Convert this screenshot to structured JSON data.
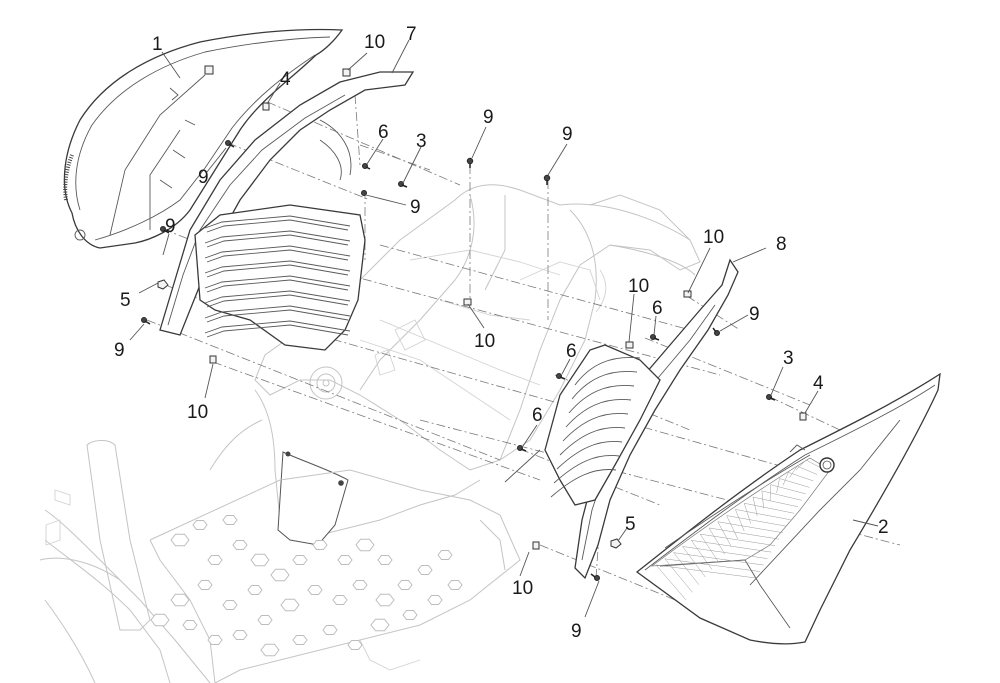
{
  "diagram": {
    "title": "Exploded parts view - central cover / side panels",
    "colors": {
      "line": "#3a3a3a",
      "ghost": "#c4c4c4",
      "label": "#1a1a1a",
      "background": "#ffffff"
    },
    "parts": [
      {
        "ref": "1",
        "name": "left-side-panel"
      },
      {
        "ref": "2",
        "name": "right-side-panel"
      },
      {
        "ref": "3",
        "name": "screw"
      },
      {
        "ref": "4",
        "name": "clip"
      },
      {
        "ref": "5",
        "name": "spring-nut"
      },
      {
        "ref": "6",
        "name": "screw"
      },
      {
        "ref": "7",
        "name": "left-inner-grille"
      },
      {
        "ref": "8",
        "name": "right-inner-grille"
      },
      {
        "ref": "9",
        "name": "screw"
      },
      {
        "ref": "10",
        "name": "clip-nut"
      }
    ],
    "callouts": [
      {
        "id": "c1",
        "text": "1"
      },
      {
        "id": "c10a",
        "text": "10"
      },
      {
        "id": "c7",
        "text": "7"
      },
      {
        "id": "c4a",
        "text": "4"
      },
      {
        "id": "c6a",
        "text": "6"
      },
      {
        "id": "c3a",
        "text": "3"
      },
      {
        "id": "c9a",
        "text": "9"
      },
      {
        "id": "c9b",
        "text": "9"
      },
      {
        "id": "c9c",
        "text": "9"
      },
      {
        "id": "c9d",
        "text": "9"
      },
      {
        "id": "c9e",
        "text": "9"
      },
      {
        "id": "c5a",
        "text": "5"
      },
      {
        "id": "c9f",
        "text": "9"
      },
      {
        "id": "c10b",
        "text": "10"
      },
      {
        "id": "c10c",
        "text": "10"
      },
      {
        "id": "c10d",
        "text": "10"
      },
      {
        "id": "c8",
        "text": "8"
      },
      {
        "id": "c10e",
        "text": "10"
      },
      {
        "id": "c6b",
        "text": "6"
      },
      {
        "id": "c9g",
        "text": "9"
      },
      {
        "id": "c6c",
        "text": "6"
      },
      {
        "id": "c3b",
        "text": "3"
      },
      {
        "id": "c4b",
        "text": "4"
      },
      {
        "id": "c6d",
        "text": "6"
      },
      {
        "id": "c2",
        "text": "2"
      },
      {
        "id": "c5b",
        "text": "5"
      },
      {
        "id": "c10f",
        "text": "10"
      },
      {
        "id": "c9h",
        "text": "9"
      }
    ]
  }
}
